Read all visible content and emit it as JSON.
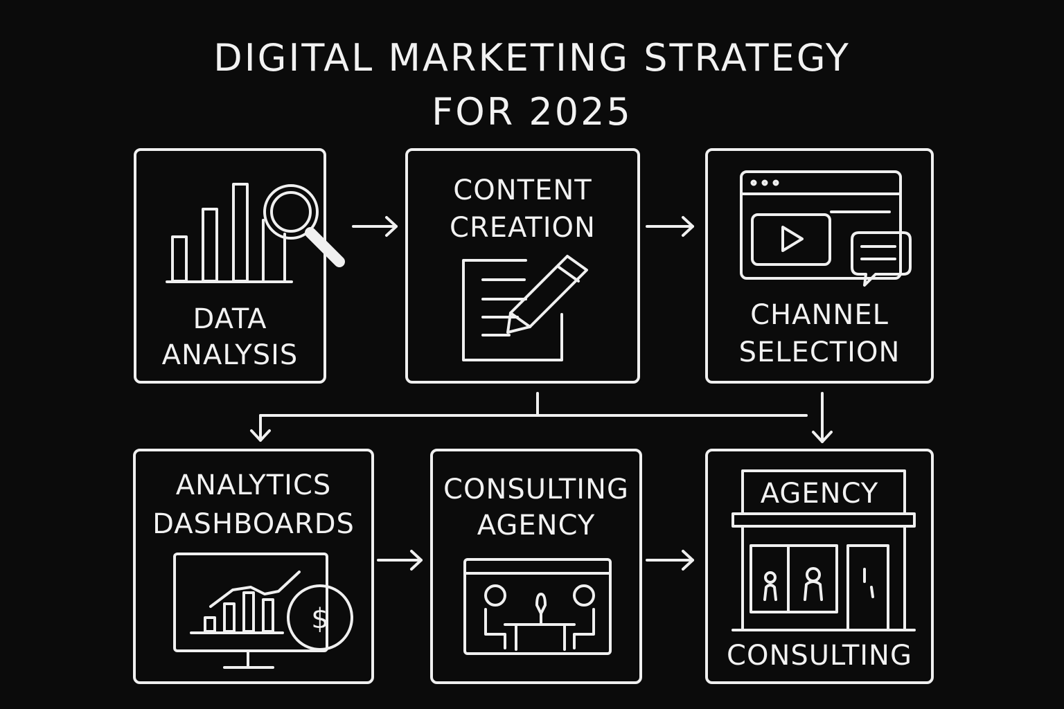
{
  "title": {
    "line1": "DIGITAL MARKETING STRATEGY",
    "line2": "FOR 2025"
  },
  "steps": [
    {
      "line1": "DATA",
      "line2": "ANALYSIS",
      "icon": "bar-chart-magnifier-icon"
    },
    {
      "line1": "CONTENT",
      "line2": "CREATION",
      "icon": "document-pencil-icon"
    },
    {
      "line1": "CHANNEL",
      "line2": "SELECTION",
      "icon": "video-chat-window-icon"
    },
    {
      "line1": "ANALYTICS",
      "line2": "DASHBOARDS",
      "icon": "monitor-chart-dollar-icon"
    },
    {
      "line1": "CONSULTING",
      "line2": "AGENCY",
      "icon": "meeting-table-icon"
    },
    {
      "sign": "AGENCY",
      "line2": "CONSULTING",
      "icon": "storefront-icon"
    }
  ],
  "icon_symbols": {
    "dollar": "$"
  },
  "colors": {
    "background": "#0b0b0b",
    "chalk": "#f0f0f0"
  }
}
